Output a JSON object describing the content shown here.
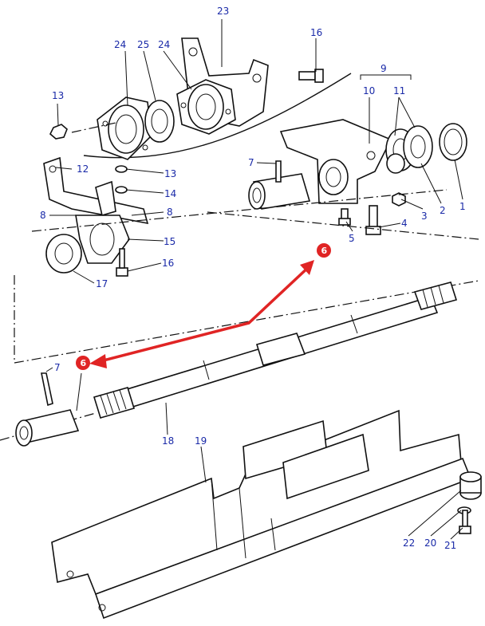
{
  "callouts": {
    "n1": "1",
    "n2": "2",
    "n3": "3",
    "n4": "4",
    "n5": "5",
    "n7a": "7",
    "n7b": "7",
    "n8a": "8",
    "n8b": "8",
    "n9": "9",
    "n10": "10",
    "n11": "11",
    "n12": "12",
    "n13a": "13",
    "n13b": "13",
    "n14": "14",
    "n15": "15",
    "n16a": "16",
    "n16b": "16",
    "n17": "17",
    "n18": "18",
    "n19": "19",
    "n20": "20",
    "n21": "21",
    "n22": "22",
    "n23": "23",
    "n24a": "24",
    "n24b": "24",
    "n25": "25"
  },
  "badges": {
    "b6a": "6",
    "b6b": "6"
  },
  "colors": {
    "label": "#1a2aa8",
    "highlight": "#e02424",
    "line": "#111111"
  }
}
